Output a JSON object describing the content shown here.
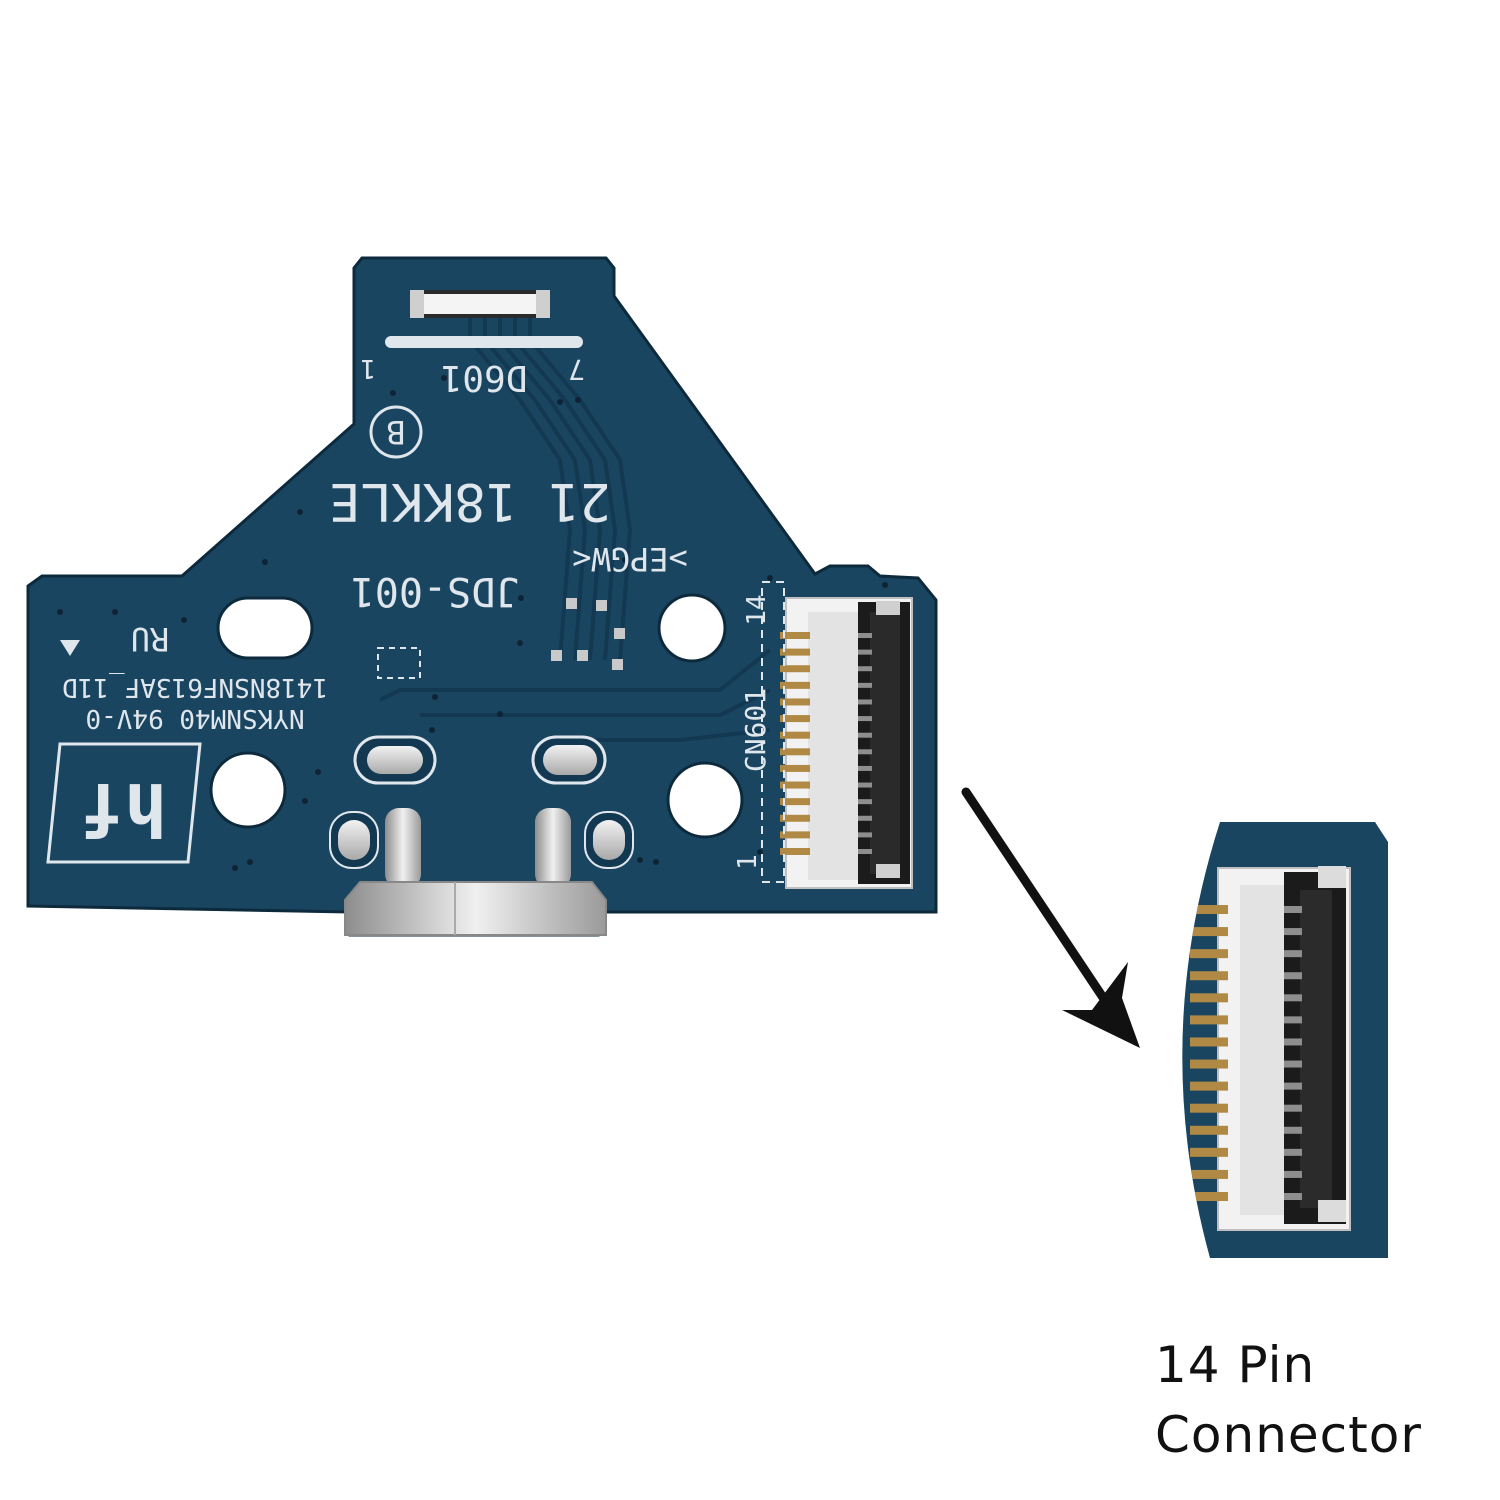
{
  "board": {
    "pcb_color": "#1a4561",
    "silkscreen_color": "#dfe6ec",
    "top_pin_left": "1",
    "top_pin_right": "7",
    "top_ref": "D601",
    "revision_mark": "B",
    "date_code": "21 18KKLE",
    "marking": ">EPGW<",
    "model": "JDS-001",
    "ul_mark": "RU",
    "part_number": "1418NSNF613AF_11D",
    "vendor_code": "NYKSNM40 94V-0",
    "logo_text": "hf",
    "pin_first": "1",
    "pin_last": "14",
    "connector_ref": "CN601"
  },
  "caption": {
    "line1": "14 Pin",
    "line2": "Connector"
  },
  "pointer": {
    "icon": "arrow-down-right-icon",
    "color": "#111111"
  }
}
